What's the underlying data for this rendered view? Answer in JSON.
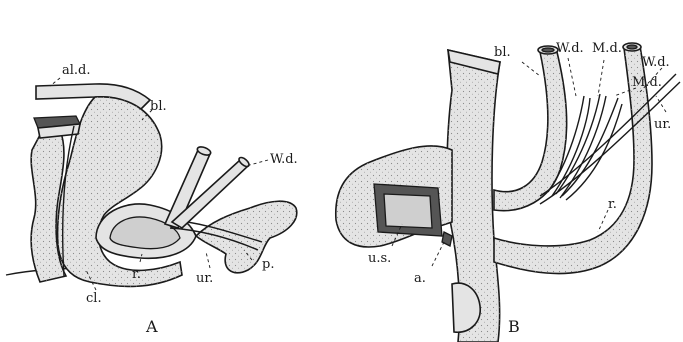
{
  "panel_a": {
    "caption": "A",
    "labels": {
      "ald": "al.d.",
      "bl": "bl.",
      "wd": "W.d.",
      "ur": "ur.",
      "p": "p.",
      "r": "r.",
      "cl": "cl."
    }
  },
  "panel_b": {
    "caption": "B",
    "labels": {
      "bl": "bl.",
      "wd_top": "W.d.",
      "md_top": "M.d.",
      "md_right": "M.d.",
      "wd_right": "W.d.",
      "ur": "ur.",
      "r": "r.",
      "us": "u.s.",
      "a": "a."
    }
  }
}
